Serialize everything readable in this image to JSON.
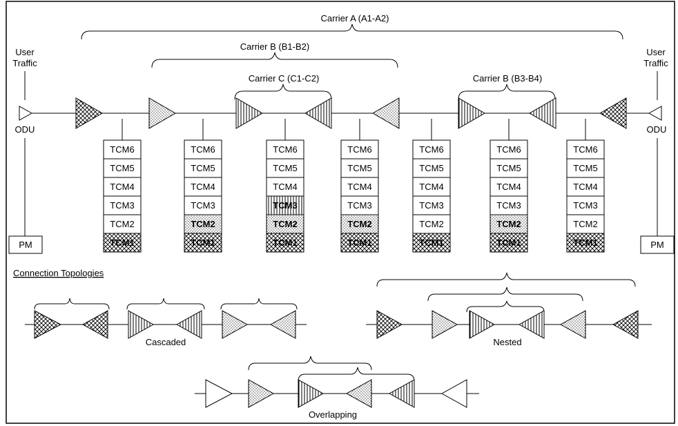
{
  "labels": {
    "carrier_a": "Carrier A (A1-A2)",
    "carrier_b1": "Carrier B (B1-B2)",
    "carrier_c": "Carrier C (C1-C2)",
    "carrier_b2": "Carrier B (B3-B4)",
    "user_traffic_left_1": "User",
    "user_traffic_left_2": "Traffic",
    "user_traffic_right_1": "User",
    "user_traffic_right_2": "Traffic",
    "odu_left": "ODU",
    "odu_right": "ODU",
    "pm_left": "PM",
    "pm_right": "PM",
    "connection_topologies": "Connection Topologies",
    "cascaded": "Cascaded",
    "nested": "Nested",
    "overlapping": "Overlapping"
  },
  "tcm_labels": [
    "TCM6",
    "TCM5",
    "TCM4",
    "TCM3",
    "TCM2",
    "TCM1"
  ],
  "tcm_stacks": [
    {
      "patterns": [
        "none",
        "none",
        "none",
        "none",
        "none",
        "cross"
      ]
    },
    {
      "patterns": [
        "none",
        "none",
        "none",
        "none",
        "dots",
        "cross"
      ]
    },
    {
      "patterns": [
        "none",
        "none",
        "none",
        "vlines",
        "dots",
        "cross"
      ]
    },
    {
      "patterns": [
        "none",
        "none",
        "none",
        "none",
        "dots",
        "cross"
      ]
    },
    {
      "patterns": [
        "none",
        "none",
        "none",
        "none",
        "none",
        "cross"
      ]
    },
    {
      "patterns": [
        "none",
        "none",
        "none",
        "none",
        "dots",
        "cross"
      ]
    },
    {
      "patterns": [
        "none",
        "none",
        "none",
        "none",
        "none",
        "cross"
      ]
    }
  ],
  "triangle_patterns": [
    "cross",
    "dots",
    "vlines",
    "none"
  ]
}
